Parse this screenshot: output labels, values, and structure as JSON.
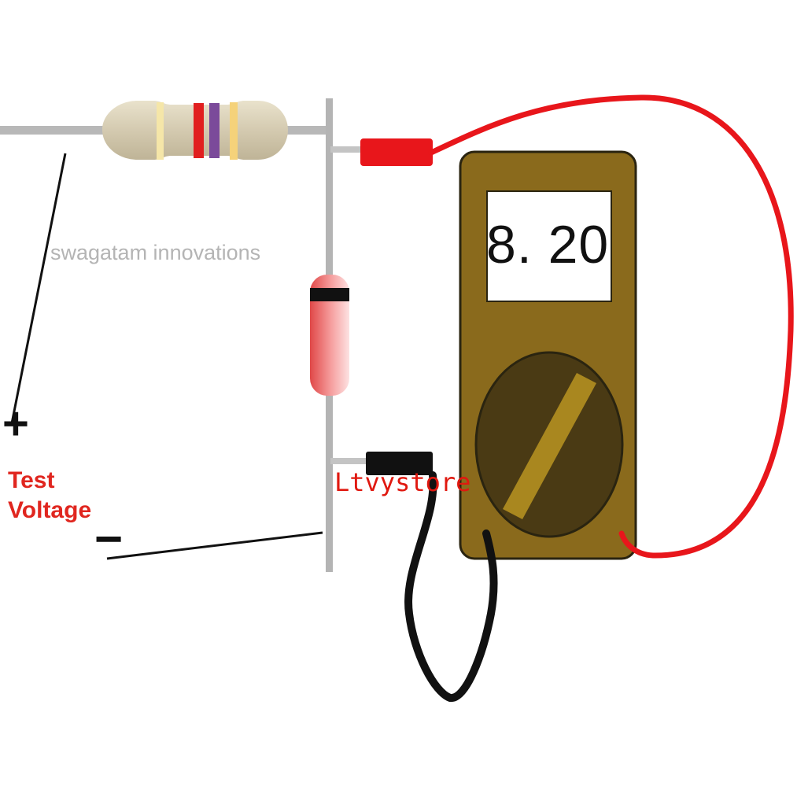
{
  "watermark": "swagatam innovations",
  "test_voltage": {
    "plus_symbol": "+",
    "label_line1": "Test",
    "label_line2": "Voltage",
    "minus_symbol": "−"
  },
  "multimeter": {
    "display_reading": "8. 20",
    "body_color": "#8a6a1c",
    "probe_red_color": "#e8161b",
    "probe_black_color": "#111111"
  },
  "resistor": {
    "body_color": "#d8cfb4",
    "band_colors": [
      "#f5e6a8",
      "#e11f1f",
      "#7b4a9a",
      "#f5d27a"
    ]
  },
  "diode": {
    "body_color": "#f07a7a",
    "band_color": "#111111"
  },
  "store_watermark": "Ltvystore"
}
